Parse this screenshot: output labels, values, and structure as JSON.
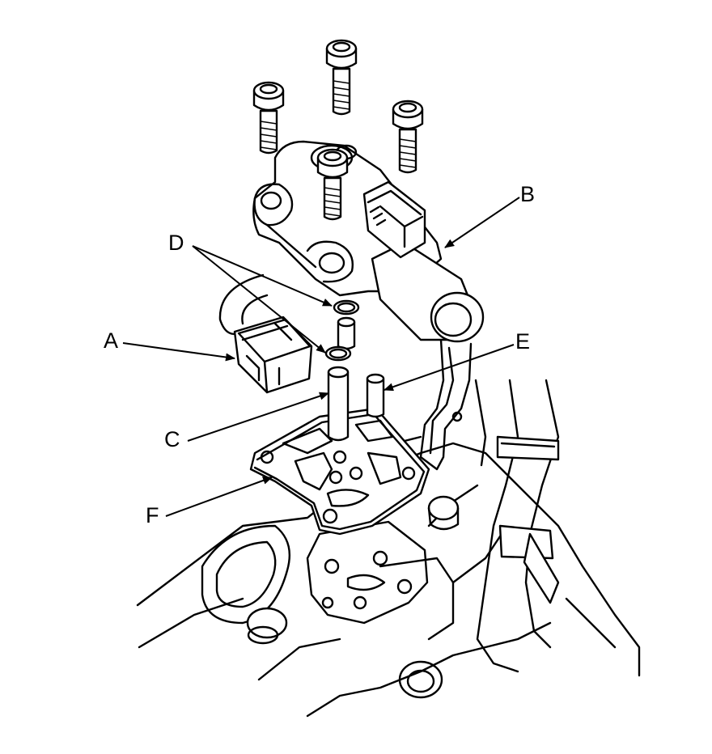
{
  "callouts": {
    "a": "A",
    "b": "B",
    "c": "C",
    "d": "D",
    "e": "E",
    "f": "F"
  },
  "colors": {
    "ink": "#000000",
    "paper": "#ffffff"
  }
}
